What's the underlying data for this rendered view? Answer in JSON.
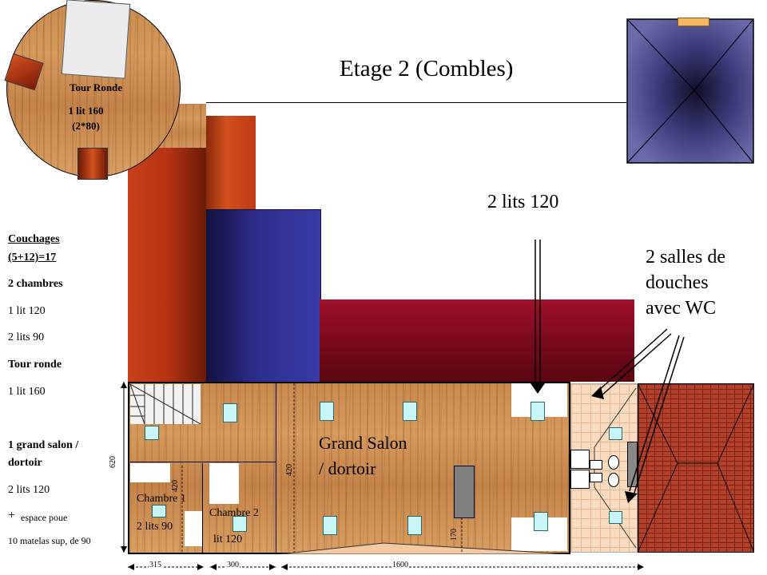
{
  "title": "Etage 2 (Combles)",
  "round_tower": {
    "name": "Tour Ronde",
    "bed_line1": "1 lit 160",
    "bed_line2": "(2*80)"
  },
  "legend": {
    "heading_line1": "Couchages",
    "heading_line2": "(5+12)=17",
    "rooms_title": "2 chambres",
    "rooms_bed1": "1 lit 120",
    "rooms_bed2": "2 lits 90",
    "tower_title": "Tour ronde",
    "tower_bed": "1 lit 160",
    "salon_title_line1": "1 grand salon /",
    "salon_title_line2": "dortoir",
    "salon_beds": "2 lits 120",
    "extra_plus": "+",
    "extra_text": "espace poue",
    "mattress_note": "10 matelas sup, de 90"
  },
  "callouts": {
    "beds_120": "2 lits 120",
    "bathrooms_line1": "2 salles de",
    "bathrooms_line2": "douches",
    "bathrooms_line3": "avec WC"
  },
  "rooms": {
    "grand_salon_line1": "Grand Salon",
    "grand_salon_line2": "/ dortoir",
    "chambre1_name": "Chambre 1",
    "chambre1_beds": "2 lits 90",
    "chambre2_name": "Chambre 2",
    "chambre2_beds": "lit 120"
  },
  "dimensions": {
    "height_total": "620",
    "height_ch1": "420",
    "height_salon": "420",
    "small_170": "170",
    "width_315": "315",
    "width_300": "300",
    "width_1600": "1600"
  },
  "colors": {
    "roof_orange": "#c8401a",
    "roof_blue": "#2e2e8e",
    "roof_red": "#a0102a",
    "tile_bg": "#f9dcc0",
    "brick": "#b5402a",
    "pyramid": "#5f5f9f"
  }
}
